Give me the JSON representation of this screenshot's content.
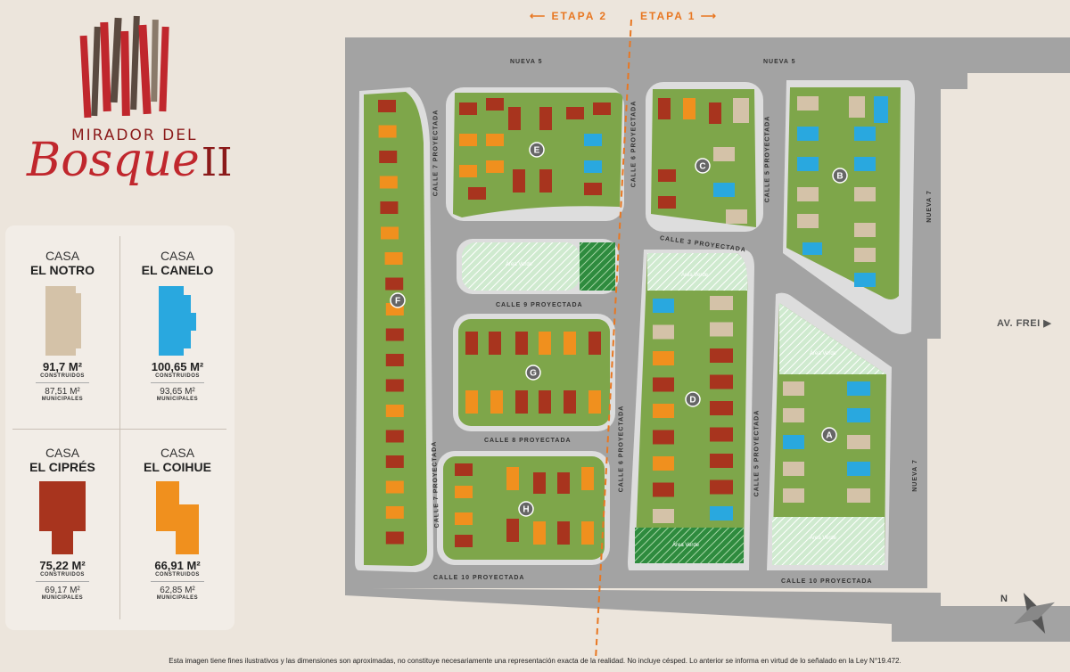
{
  "logo": {
    "top": "MIRADOR DEL",
    "main": "Bosque",
    "suffix": "II"
  },
  "stages": {
    "left": "ETAPA 2",
    "right": "ETAPA 1"
  },
  "avenue": "AV. FREI",
  "streets": {
    "nueva5": "NUEVA 5",
    "nueva7": "NUEVA 7",
    "calle3": "CALLE 3 PROYECTADA",
    "calle5": "CALLE 5 PROYECTADA",
    "calle6": "CALLE 6 PROYECTADA",
    "calle7": "CALLE 7 PROYECTADA",
    "calle8": "CALLE 8 PROYECTADA",
    "calle9": "CALLE 9 PROYECTADA",
    "calle10": "CALLE 10 PROYECTADA"
  },
  "green_label": "Área Verde",
  "houses": [
    {
      "casa": "CASA",
      "name": "EL NOTRO",
      "built": "91,7 M²",
      "built_label": "CONSTRUIDOS",
      "municipal": "87,51 M²",
      "municipal_label": "MUNICIPALES",
      "color": "#d4c2a8"
    },
    {
      "casa": "CASA",
      "name": "EL CANELO",
      "built": "100,65 M²",
      "built_label": "CONSTRUIDOS",
      "municipal": "93,65 M²",
      "municipal_label": "MUNICIPALES",
      "color": "#29a8df"
    },
    {
      "casa": "CASA",
      "name": "EL CIPRÉS",
      "built": "75,22 M²",
      "built_label": "CONSTRUIDOS",
      "municipal": "69,17 M²",
      "municipal_label": "MUNICIPALES",
      "color": "#a8341e"
    },
    {
      "casa": "CASA",
      "name": "EL COIHUE",
      "built": "66,91 M²",
      "built_label": "CONSTRUIDOS",
      "municipal": "62,85 M²",
      "municipal_label": "MUNICIPALES",
      "color": "#f0901e"
    }
  ],
  "colors": {
    "road": "#a0a0a0",
    "lot": "#7ea64a",
    "stage": "#e87722",
    "green": "#bfe3c4",
    "notro": "#d4c2a8",
    "canelo": "#29a8df",
    "cipres": "#a8341e",
    "coihue": "#f0901e"
  },
  "blocks": [
    "A",
    "B",
    "C",
    "D",
    "E",
    "F",
    "G",
    "H"
  ],
  "disclaimer": "Esta imagen tiene fines ilustrativos y las dimensiones son aproximadas, no constituye necesariamente una representación exacta de la realidad. No incluye césped. Lo anterior se informa en virtud de lo señalado en la Ley N°19.472.",
  "compass": "N"
}
